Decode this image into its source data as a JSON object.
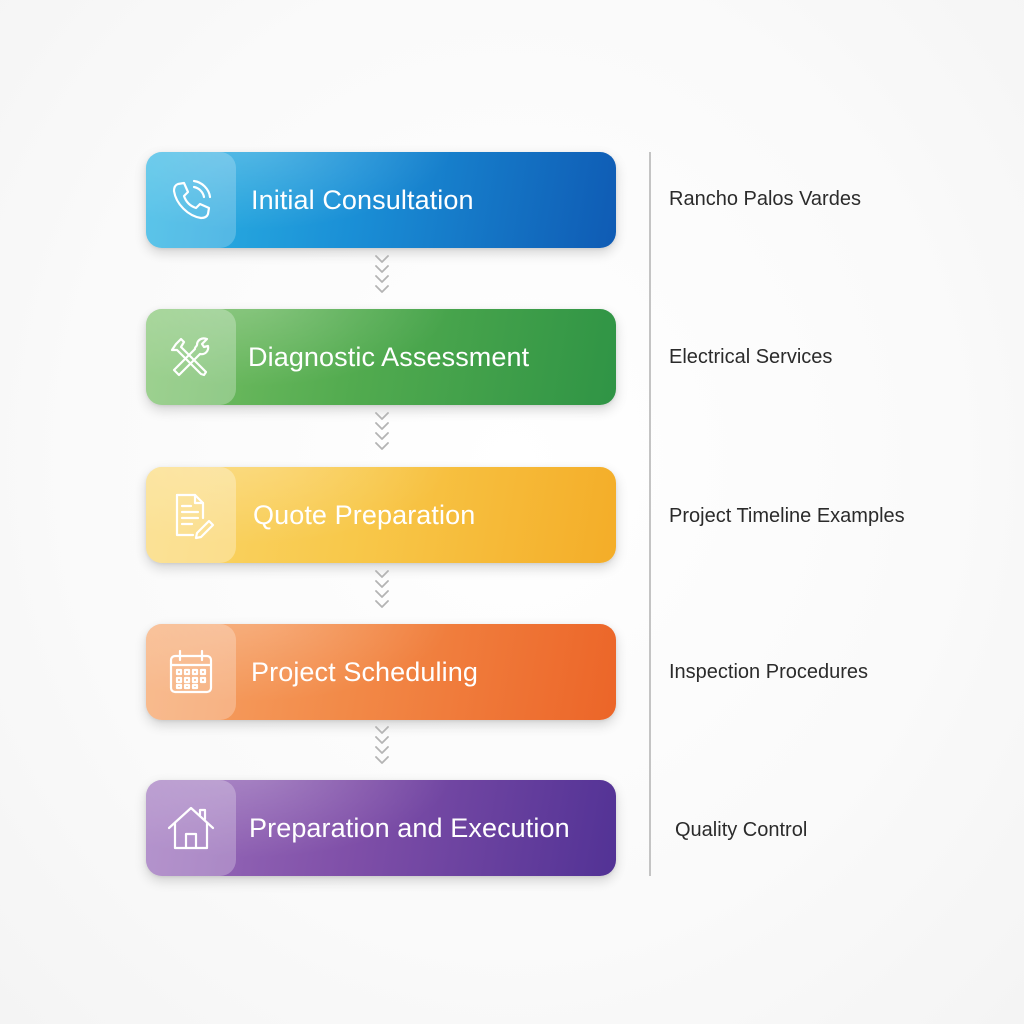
{
  "steps": [
    {
      "label": "Initial Consultation",
      "icon": "phone-icon"
    },
    {
      "label": "Diagnostic Assessment",
      "icon": "tools-icon"
    },
    {
      "label": "Quote Preparation",
      "icon": "document-edit-icon"
    },
    {
      "label": "Project Scheduling",
      "icon": "calendar-icon"
    },
    {
      "label": "Preparation and Execution",
      "icon": "house-icon"
    }
  ],
  "side_labels": [
    "Rancho Palos Vardes",
    "Electrical Services",
    "Project Timeline Examples",
    "Inspection Procedures",
    "Quality Control"
  ],
  "colors": {
    "step_1": [
      "#2eb6e4",
      "#0f5bb4"
    ],
    "step_2": [
      "#79c066",
      "#2f9445"
    ],
    "step_3": [
      "#fad66a",
      "#f4ad28"
    ],
    "step_4": [
      "#f6a468",
      "#ec6528"
    ],
    "step_5": [
      "#9b6fbb",
      "#523295"
    ],
    "connector": "#b4b4b4",
    "divider": "#c4c4c4",
    "side_text": "#2b2b2b"
  }
}
